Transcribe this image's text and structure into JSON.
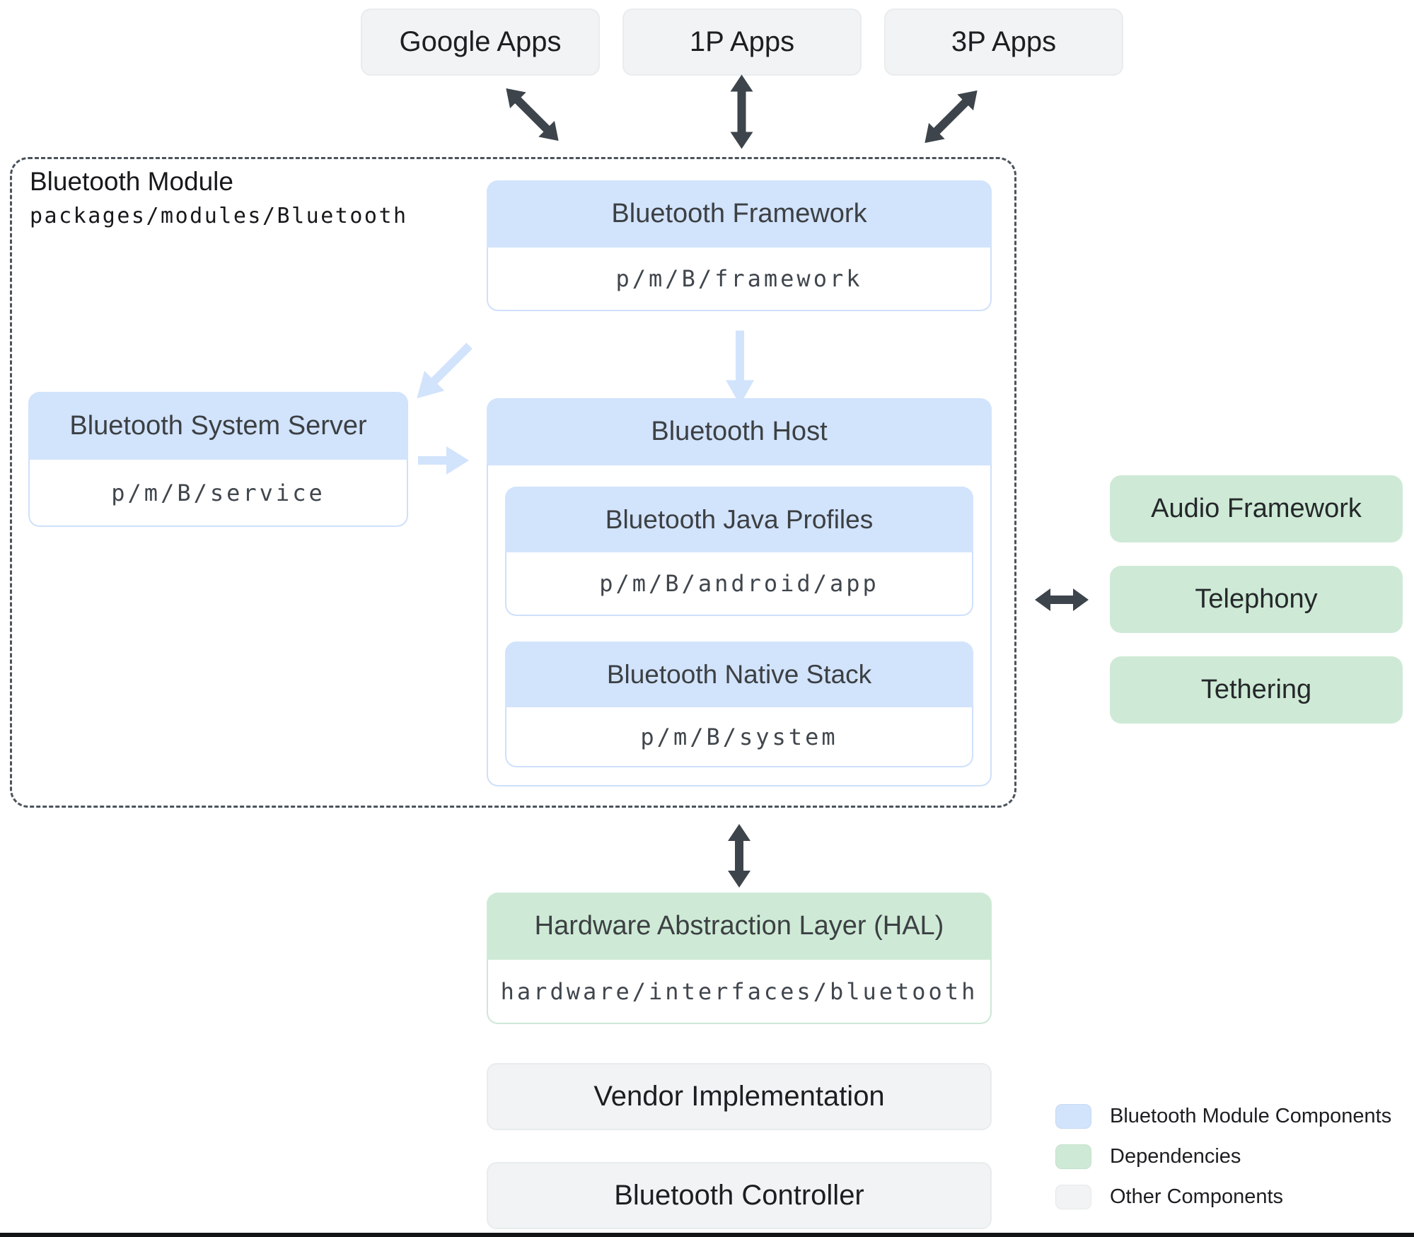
{
  "top_apps": [
    {
      "label": "Google Apps"
    },
    {
      "label": "1P Apps"
    },
    {
      "label": "3P Apps"
    }
  ],
  "module": {
    "title": "Bluetooth Module",
    "path": "packages/modules/Bluetooth",
    "framework": {
      "title": "Bluetooth Framework",
      "path": "p/m/B/framework"
    },
    "system_server": {
      "title": "Bluetooth System Server",
      "path": "p/m/B/service"
    },
    "host": {
      "title": "Bluetooth Host",
      "java_profiles": {
        "title": "Bluetooth Java Profiles",
        "path": "p/m/B/android/app"
      },
      "native_stack": {
        "title": "Bluetooth Native Stack",
        "path": "p/m/B/system"
      }
    }
  },
  "dependencies": [
    {
      "label": "Audio Framework"
    },
    {
      "label": "Telephony"
    },
    {
      "label": "Tethering"
    }
  ],
  "hal": {
    "title": "Hardware Abstraction Layer (HAL)",
    "path": "hardware/interfaces/bluetooth"
  },
  "other_components": [
    {
      "label": "Vendor Implementation"
    },
    {
      "label": "Bluetooth Controller"
    }
  ],
  "legend": [
    {
      "label": "Bluetooth Module Components",
      "color": "#d2e3fc"
    },
    {
      "label": "Dependencies",
      "color": "#ceead6"
    },
    {
      "label": "Other Components",
      "color": "#f1f3f4"
    }
  ],
  "colors": {
    "module_component_fill": "#d2e3fc",
    "dependency_fill": "#ceead6",
    "other_fill": "#f1f3f4",
    "arrow_dark": "#3d444b",
    "arrow_light": "#d2e3fc"
  }
}
